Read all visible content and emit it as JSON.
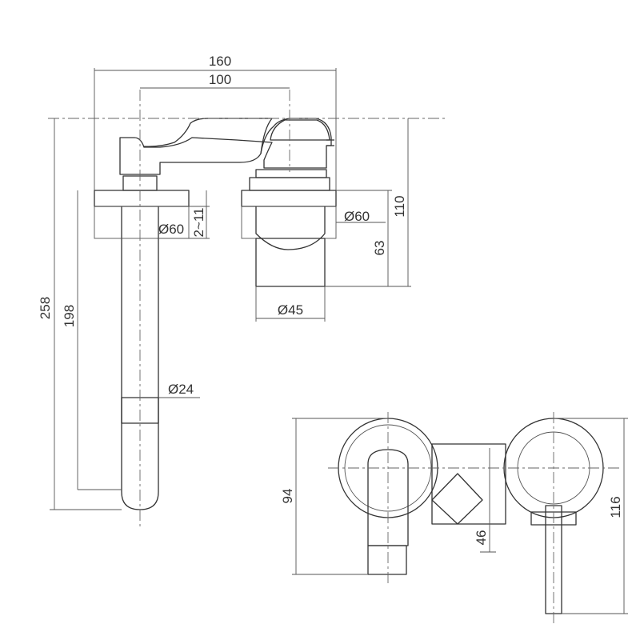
{
  "drawing": {
    "side_view": {
      "dim_overall_width": "160",
      "dim_spout_to_valve": "100",
      "dim_total_height": "258",
      "dim_spout_height": "198",
      "dim_flange_dia_left": "Ø60",
      "dim_flange_thickness": "2~11",
      "dim_flange_dia_right": "Ø60",
      "dim_body_height": "110",
      "dim_body_depth": "63",
      "dim_body_dia": "Ø45",
      "dim_spout_dia": "Ø24"
    },
    "front_view": {
      "dim_spout_plate_height": "94",
      "dim_valve_height": "116",
      "dim_connector_height": "46"
    }
  }
}
